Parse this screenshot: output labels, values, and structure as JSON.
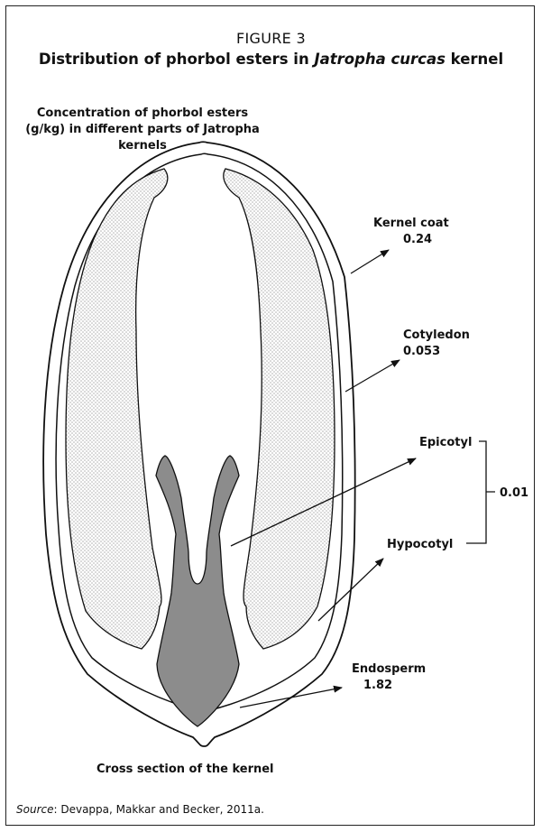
{
  "figure": {
    "number": "FIGURE 3",
    "title_prefix": "Distribution of phorbol esters in ",
    "title_italic": "Jatropha curcas",
    "title_suffix": " kernel"
  },
  "concentration_title": "Concentration of phorbol esters (g/kg) in different parts of Jatropha kernels",
  "labels": {
    "kernel_coat": {
      "name": "Kernel coat",
      "value": "0.24"
    },
    "cotyledon": {
      "name": "Cotyledon",
      "value": "0.053"
    },
    "epicotyl": {
      "name": "Epicotyl"
    },
    "hypocotyl": {
      "name": "Hypocotyl"
    },
    "epi_hypo_value": "0.01",
    "endosperm": {
      "name": "Endosperm",
      "value": "1.82"
    }
  },
  "cross_section_caption": "Cross section of the kernel",
  "source": {
    "prefix": "Source",
    "text": ": Devappa, Makkar and Becker, 2011a."
  },
  "colors": {
    "outline": "#111111",
    "stipple": "#aaaaaa",
    "embryo": "#8c8c8c",
    "background": "#ffffff"
  }
}
